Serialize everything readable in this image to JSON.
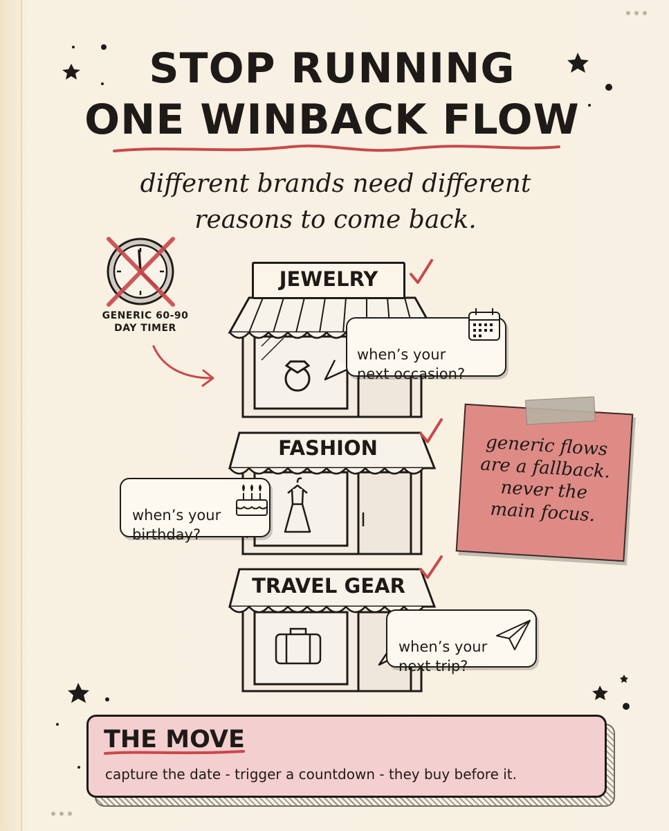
{
  "header": {
    "title_line1": "STOP RUNNING",
    "title_line2": "ONE WINBACK FLOW",
    "subtitle_line1": "different brands need different",
    "subtitle_line2": "reasons to come back."
  },
  "clock": {
    "label_line1": "GENERIC 60-90",
    "label_line2": "DAY TIMER",
    "icon": "crossed-clock-icon"
  },
  "stores": [
    {
      "name": "JEWELRY",
      "question": "when’s your\nnext occasion?",
      "icon": "ring-icon",
      "bubble_icon": "calendar-icon",
      "checked": true
    },
    {
      "name": "FASHION",
      "question": "when’s your\nbirthday?",
      "icon": "dress-icon",
      "bubble_icon": "cake-icon",
      "checked": true
    },
    {
      "name": "TRAVEL GEAR",
      "question": "when’s your\nnext trip?",
      "icon": "suitcase-icon",
      "bubble_icon": "paper-plane-icon",
      "checked": true
    }
  ],
  "note": {
    "text": "generic flows\nare a fallback.\nnever the\nmain focus."
  },
  "move": {
    "title": "THE MOVE",
    "text": "capture the date - trigger a countdown - they buy before it."
  },
  "colors": {
    "background": "#f7efdf",
    "accent_red": "#c9484a",
    "note": "#de8b86",
    "move_box": "#f4cfcf",
    "ink": "#1e1a17"
  }
}
